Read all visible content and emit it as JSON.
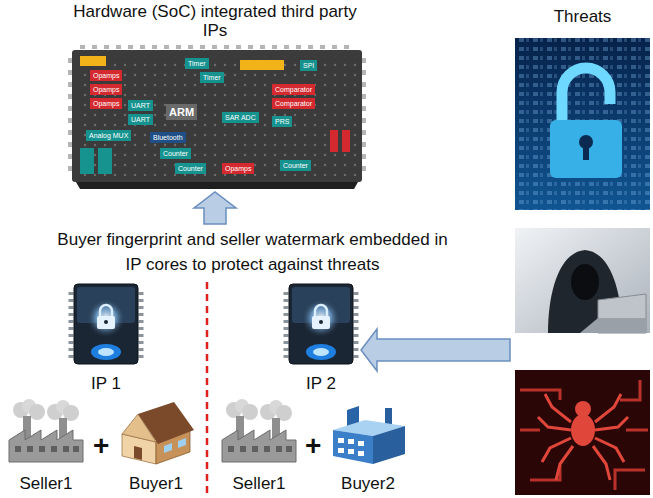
{
  "diagram": {
    "nodes": [
      {
        "text": [
          "Hardware (SoC) integrated third party IPs"
        ]
      },
      {
        "text": [
          "Threats"
        ]
      },
      {
        "text": [
          "Buyer fingerprint and seller watermark embedded in IP cores to protect against threats"
        ]
      },
      {
        "text": [
          "IP 1"
        ],
        "in": 2
      },
      {
        "text": [
          "IP 2"
        ],
        "in": 2
      },
      {
        "text": [
          "Seller1"
        ],
        "in": 2
      },
      {
        "text": [
          "Buyer1"
        ],
        "in": 2
      },
      {
        "text": [
          "Seller1"
        ],
        "in": 2
      },
      {
        "text": [
          "Buyer2"
        ],
        "in": 2
      }
    ],
    "edges": [
      {
        "from": 2,
        "to": 0,
        "arrow": "to"
      },
      {
        "from": 1,
        "to": 4,
        "arrow": "to"
      }
    ],
    "labels": [
      "+",
      "+",
      "Opamps",
      "Opamps",
      "Opamps",
      "Timer",
      "Timer",
      "SPI",
      "UART",
      "UART",
      "ARM",
      "SAR ADC",
      "Comparator",
      "Comparator",
      "PRS",
      "Analog MUX",
      "Bluetooth",
      "Counter",
      "Counter",
      "Opamps",
      "Counter"
    ]
  }
}
